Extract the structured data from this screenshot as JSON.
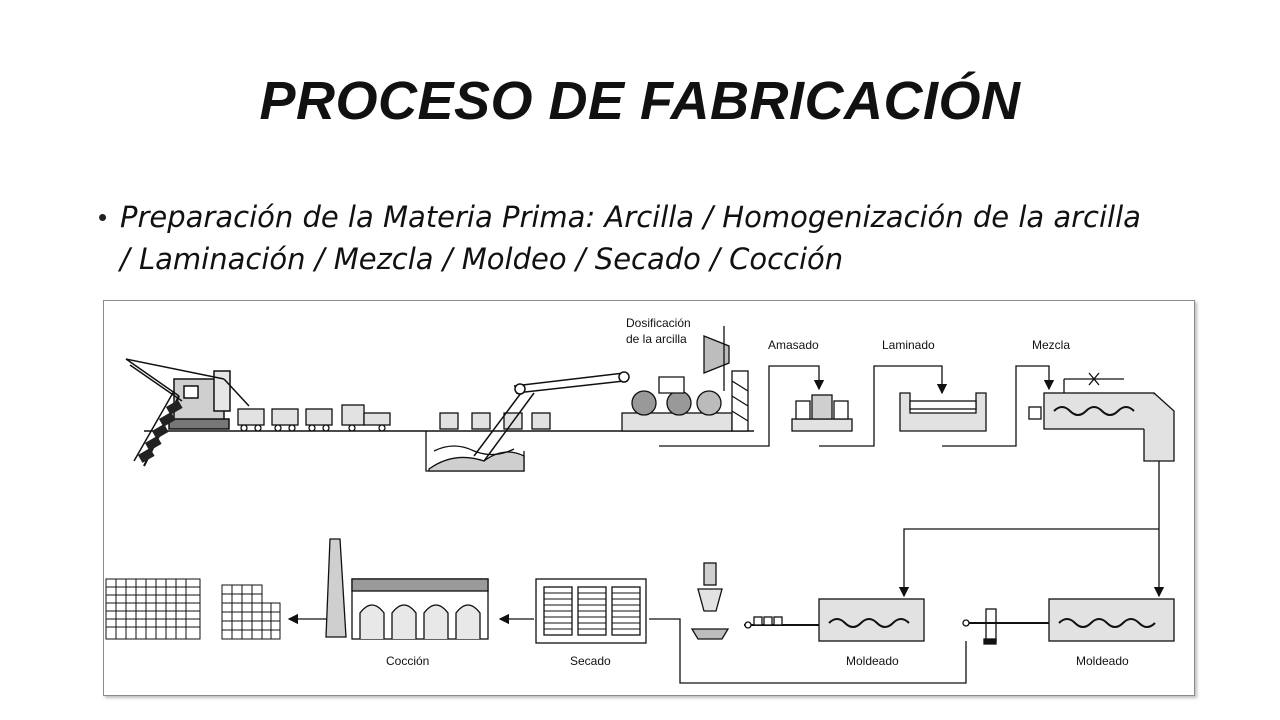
{
  "slide": {
    "title": "PROCESO DE FABRICACIÓN",
    "bullet_line1": "Preparación de la Materia Prima: Arcilla / Homogenización de la arcilla",
    "bullet_line2": "/ Laminación / Mezcla / Moldeo / Secado / Cocción"
  },
  "diagram": {
    "labels": {
      "dosificacion_1": "Dosificación",
      "dosificacion_2": "de la arcilla",
      "amasado": "Amasado",
      "laminado": "Laminado",
      "mezcla": "Mezcla",
      "moldeado_1": "Moldeado",
      "moldeado_2": "Moldeado",
      "secado": "Secado",
      "coccion": "Cocción"
    }
  }
}
